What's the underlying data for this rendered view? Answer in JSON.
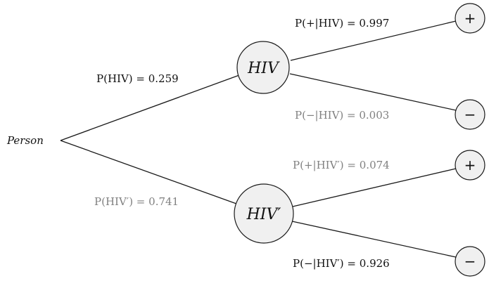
{
  "root": {
    "label": "Person"
  },
  "level1": [
    {
      "label": "HIV",
      "edge_label": "P(HIV) = 0.259",
      "edge_label_color": "#111111"
    },
    {
      "label": "HIV′",
      "edge_label": "P(HIV′) = 0.741",
      "edge_label_color": "#808080"
    }
  ],
  "level2": [
    {
      "label": "+",
      "edge_label": "P(+|HIV) = 0.997",
      "edge_label_color": "#111111"
    },
    {
      "label": "−",
      "edge_label": "P(−|HIV) = 0.003",
      "edge_label_color": "#808080"
    },
    {
      "label": "+",
      "edge_label": "P(+|HIV′) = 0.074",
      "edge_label_color": "#808080"
    },
    {
      "label": "−",
      "edge_label": "P(−|HIV′) = 0.926",
      "edge_label_color": "#111111"
    }
  ]
}
